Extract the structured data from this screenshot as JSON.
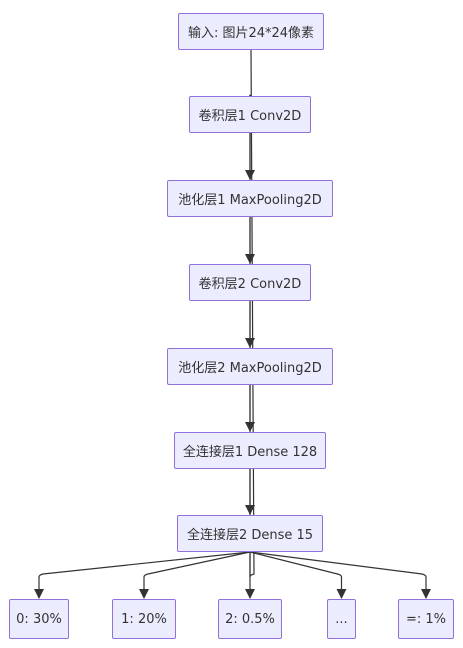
{
  "nodes": [
    {
      "id": "input",
      "label": "输入: 图片24*24像素"
    },
    {
      "id": "conv1",
      "label": "卷积层1 Conv2D"
    },
    {
      "id": "pool1",
      "label": "池化层1 MaxPooling2D"
    },
    {
      "id": "conv2",
      "label": "卷积层2 Conv2D"
    },
    {
      "id": "pool2",
      "label": "池化层2 MaxPooling2D"
    },
    {
      "id": "dense1",
      "label": "全连接层1 Dense 128"
    },
    {
      "id": "dense2",
      "label": "全连接层2 Dense 15"
    },
    {
      "id": "out0",
      "label": "0: 30%"
    },
    {
      "id": "out1",
      "label": "1: 20%"
    },
    {
      "id": "out2",
      "label": "2: 0.5%"
    },
    {
      "id": "outdots",
      "label": "..."
    },
    {
      "id": "outeq",
      "label": "=: 1%"
    }
  ],
  "edges": [
    [
      "input",
      "conv1"
    ],
    [
      "conv1",
      "pool1"
    ],
    [
      "pool1",
      "conv2"
    ],
    [
      "conv2",
      "pool2"
    ],
    [
      "pool2",
      "dense1"
    ],
    [
      "dense1",
      "dense2"
    ],
    [
      "dense2",
      "out0"
    ],
    [
      "dense2",
      "out1"
    ],
    [
      "dense2",
      "out2"
    ],
    [
      "dense2",
      "outdots"
    ],
    [
      "dense2",
      "outeq"
    ]
  ],
  "colors": {
    "node_fill": "#ECECFF",
    "node_border": "#9370DB",
    "edge": "#333333",
    "text": "#333333"
  }
}
